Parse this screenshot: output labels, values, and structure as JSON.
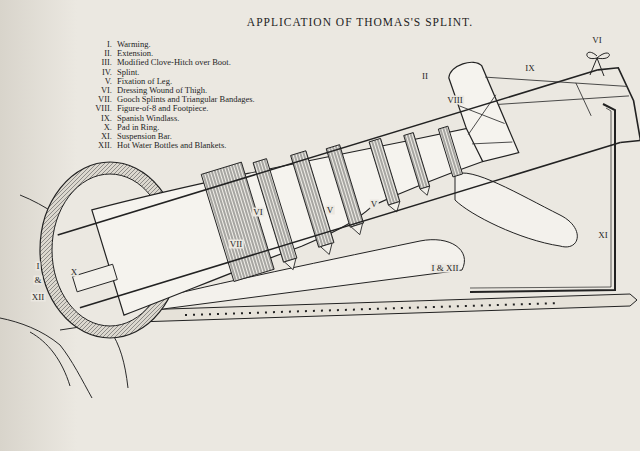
{
  "diagram": {
    "title": "APPLICATION OF THOMAS'S SPLINT.",
    "labels": [
      "I.",
      "Warming.",
      "II.",
      "Extension.",
      "III.",
      "Modified Clove-Hitch over Boot.",
      "IV.",
      "Splint.",
      "V.",
      "Fixation of Leg.",
      "VI.",
      "Dressing Wound of Thigh.",
      "VII.",
      "Gooch Splints and Triangular Bandages.",
      "VIII.",
      "Figure-of-8 and Footpiece.",
      "IX.",
      "Spanish Windlass.",
      "X.",
      "Pad in Ring.",
      "XI.",
      "Suspension Bar.",
      "XII.",
      "Hot Water Bottles and Blankets.",
      "I",
      "&",
      "XII",
      "X",
      "VI",
      "VII",
      "V",
      "V",
      "II",
      "VIII",
      "IX",
      "VI",
      "XI",
      "I & XII"
    ]
  }
}
